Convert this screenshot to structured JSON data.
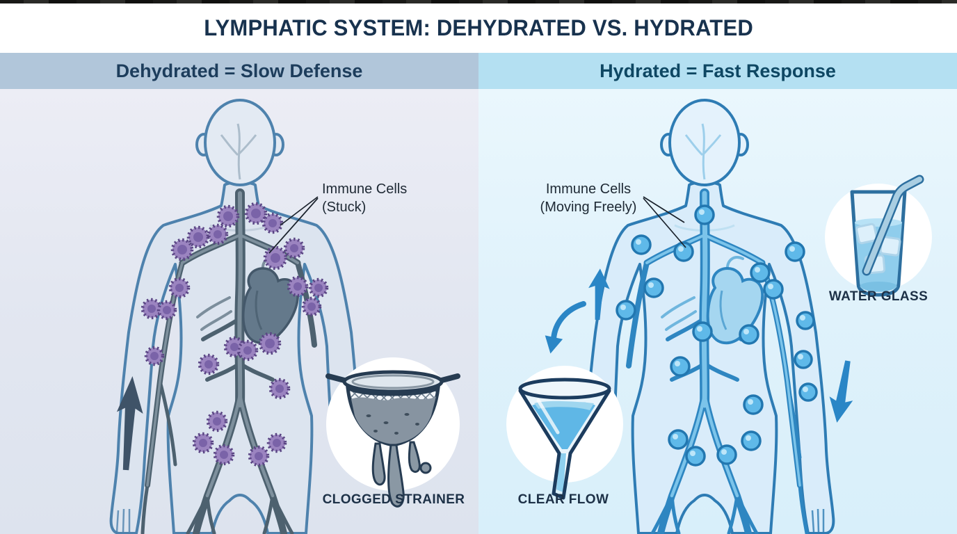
{
  "title": "LYMPHATIC SYSTEM: DEHYDRATED VS. HYDRATED",
  "left_panel": {
    "header": "Dehydrated = Slow Defense",
    "immune_label_line1": "Immune Cells",
    "immune_label_line2": "(Stuck)",
    "icon_caption": "CLOGGED STRAINER",
    "icon": "clogged-strainer-icon",
    "cell_icon": "virus-cell-icon",
    "arrow_icons": [
      "up-arrow-icon",
      "down-arrow-icon",
      "curved-down-arrow-icon"
    ]
  },
  "right_panel": {
    "header": "Hydrated = Fast Response",
    "immune_label_line1": "Immune Cells",
    "immune_label_line2": "(Moving Freely)",
    "funnel_caption": "CLEAR FLOW",
    "glass_caption": "WATER GLASS",
    "funnel_icon": "clear-flow-funnel-icon",
    "glass_icon": "water-glass-icon",
    "cell_icon": "lymph-node-cell-icon",
    "arrow_icons": [
      "up-arrow-icon",
      "curved-down-arrow-icon",
      "down-arrow-icon"
    ]
  },
  "colors": {
    "title_text": "#18324e",
    "left_header_bg": "#b1c6da",
    "right_header_bg": "#b4e0f2",
    "left_panel_bg": "#e2e6f0",
    "right_panel_bg": "#e1f3fb",
    "left_accent": "#44586c",
    "virus_cell": "#8a70b0",
    "right_accent": "#2a86c6",
    "lymph_cell": "#5fb9e9"
  }
}
